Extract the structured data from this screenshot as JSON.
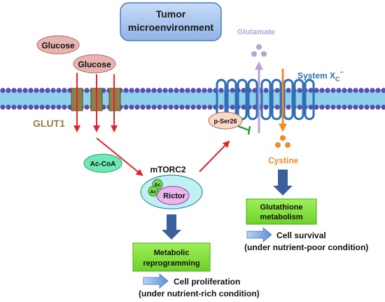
{
  "title": {
    "line1": "Tumor",
    "line2": "microenvironment"
  },
  "glucose_labels": [
    "Glucose",
    "Glucose"
  ],
  "glut1_label": "GLUT1",
  "acoa_label": "Ac-CoA",
  "mtorc2_label": "mTORC2",
  "ac_labels": [
    "Ac",
    "Ac"
  ],
  "rictor_label": "Rictor",
  "pser_label": "p-Ser26",
  "glutamate_label": "Glutamate",
  "system_label": {
    "base": "System X",
    "sub": "C",
    "sup": "−"
  },
  "cystine_label": "Cystine",
  "metabolic_box": {
    "line1": "Metabolic",
    "line2": "reprogramming"
  },
  "glutathione_box": {
    "line1": "Glutathione",
    "line2": "metabolism"
  },
  "outcome_proliferation": {
    "line1": "Cell proliferation",
    "line2": "(under nutrient-rich condition)"
  },
  "outcome_survival": {
    "line1": "Cell survival",
    "line2": "(under nutrient-poor condition)"
  },
  "colors": {
    "membrane": "#8fd0ea",
    "lipid_head": "#5a4fb0",
    "transporter": "#8f7f4a",
    "red_arrow": "#e8202a",
    "glutamate": "#b8a2d6",
    "cystine": "#f08a24",
    "system": "#2e6fb5",
    "green_box": "#86e33a",
    "blue_arrow": "#3a5f9a",
    "title_box": "#a9c7ef"
  }
}
